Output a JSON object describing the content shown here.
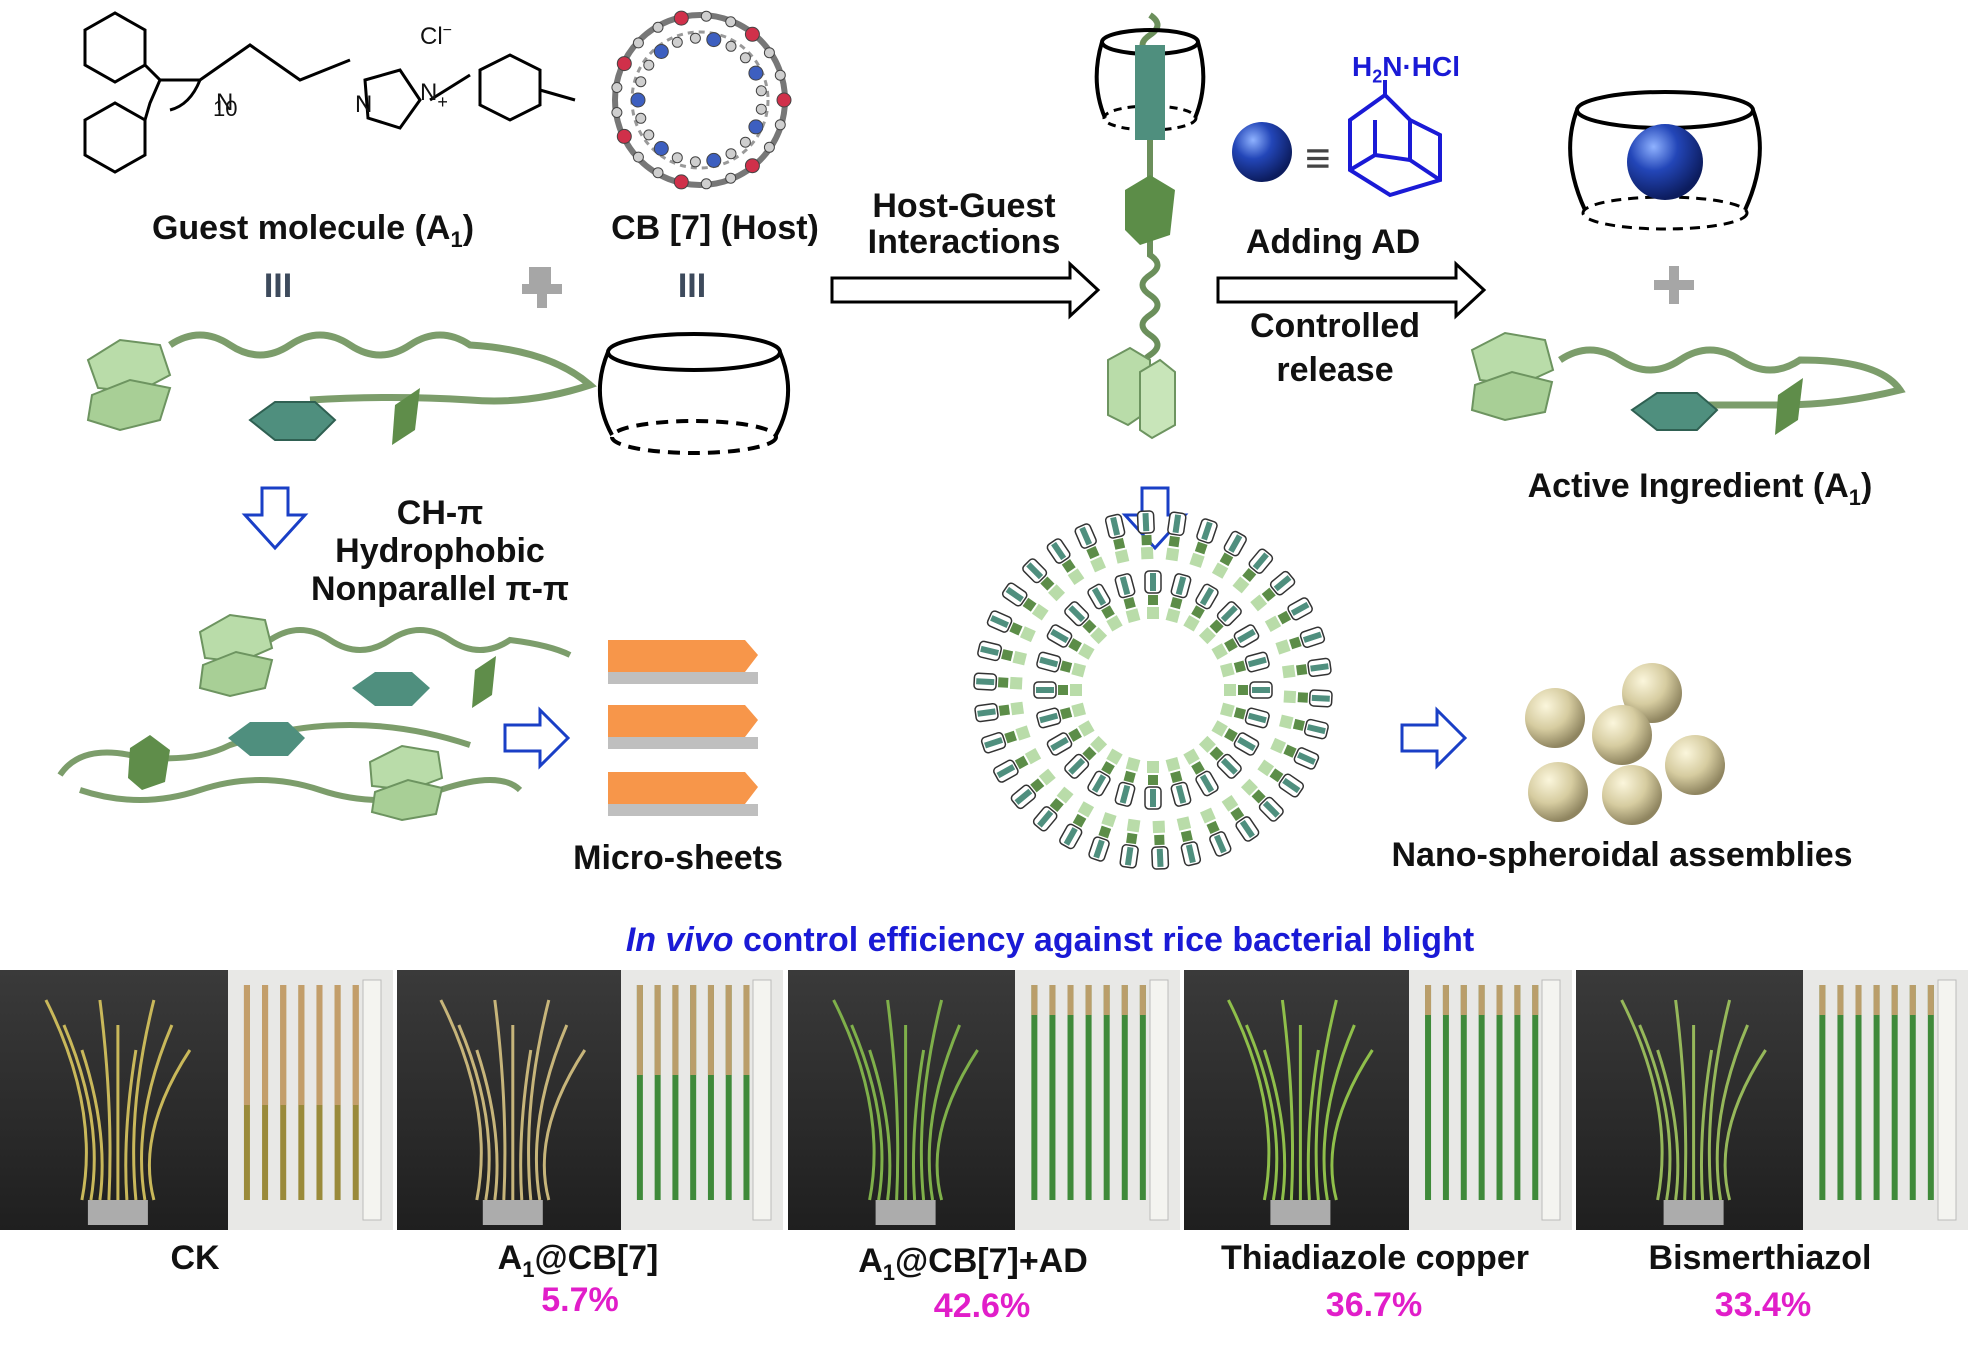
{
  "labels": {
    "guest": "Guest molecule (A",
    "guest_sub": "1",
    "guest_close": ")",
    "host": "CB [7] (Host)",
    "interaction_1": "Host-Guest",
    "interaction_2": "Interactions",
    "adding_ad": "Adding  AD",
    "controlled_1": "Controlled",
    "controlled_2": "release",
    "h2n_hcl": "H",
    "h2n_sub": "2",
    "h2n_rest": "N·HCl",
    "chloride": "Cl",
    "chloride_sup": "−",
    "plus_charge": "+",
    "chain_n": "10",
    "n_atom1": "N",
    "n_atom2": "N",
    "n_atom3": "N",
    "active": "Active Ingredient (A",
    "active_sub": "1",
    "active_close": ")",
    "forces_1": "CH-π",
    "forces_2": "Hydrophobic",
    "forces_3": "Nonparallel π-π",
    "micro": "Micro-sheets",
    "nano": "Nano-spheroidal assemblies",
    "equiv": "≡",
    "triple1": "III",
    "triple2": "III"
  },
  "invivo": {
    "italic": "In vivo",
    "rest": " control efficiency against rice bacterial blight"
  },
  "treatments": [
    {
      "name": "CK",
      "efficiency": ""
    },
    {
      "name": "A",
      "sub": "1",
      "rest": "@CB[7]",
      "efficiency": "5.7%"
    },
    {
      "name": "A",
      "sub": "1",
      "rest": "@CB[7]+AD",
      "efficiency": "42.6%"
    },
    {
      "name": "Thiadiazole copper",
      "efficiency": "36.7%"
    },
    {
      "name": "Bismerthiazol",
      "efficiency": "33.4%"
    }
  ],
  "colors": {
    "leaf_light": "#b9dca9",
    "leaf_mid": "#6f9a58",
    "teal": "#4f8f7e",
    "orange": "#f7964a",
    "sphere_blue": "#1c3fa8",
    "sphere_tan": "#d8cfa6",
    "arrow_blue": "#1a3fc6",
    "efficiency": "#e11ec9"
  }
}
